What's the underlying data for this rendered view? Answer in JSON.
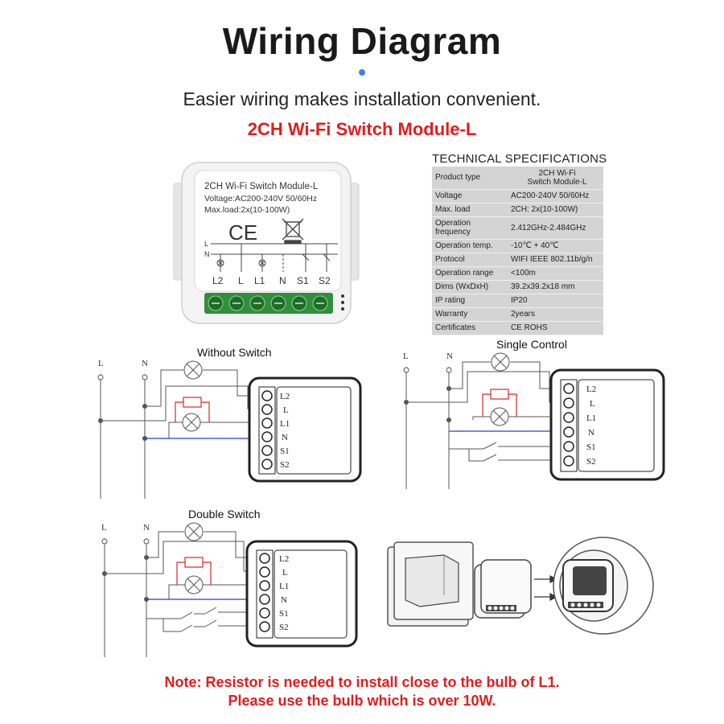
{
  "header": {
    "title": "Wiring Diagram",
    "subtitle": "Easier wiring makes installation convenient.",
    "product": "2CH Wi-Fi Switch Module-L"
  },
  "module_label": {
    "line1": "2CH Wi-Fi Switch Module-L",
    "line2": "Voltage:AC200-240V 50/60Hz",
    "line3": "Max.load:2x(10-100W)",
    "ce": "CE",
    "line_l": "L",
    "line_n": "N",
    "terminals": [
      "L2",
      "L",
      "L1",
      "N",
      "S1",
      "S2"
    ]
  },
  "specs": {
    "title": "TECHNICAL SPECIFICATIONS",
    "rows": [
      {
        "key": "Product type",
        "value": "2CH Wi-Fi\nSwitch Module-L"
      },
      {
        "key": "Voltage",
        "value": "AC200-240V 50/60Hz"
      },
      {
        "key": "Max. load",
        "value": "2CH: 2x(10-100W)"
      },
      {
        "key": "Operation\nfrequency",
        "value": "2.412GHz-2.484GHz"
      },
      {
        "key": "Operation temp.",
        "value": "-10℃ + 40℃"
      },
      {
        "key": "Protocol",
        "value": "WIFI  IEEE 802.11b/g/n"
      },
      {
        "key": "Operation range",
        "value": "<100m"
      },
      {
        "key": "Dims (WxDxH)",
        "value": "39.2x39.2x18 mm"
      },
      {
        "key": "IP rating",
        "value": "IP20"
      },
      {
        "key": "Warranty",
        "value": "2years"
      },
      {
        "key": "Certificates",
        "value": "CE ROHS"
      }
    ]
  },
  "diagrams": {
    "without_switch": {
      "title": "Without Switch"
    },
    "single_control": {
      "title": "Single Control"
    },
    "double_switch": {
      "title": "Double Switch"
    },
    "line_labels": {
      "l": "L",
      "n": "N"
    },
    "terminals": [
      "L2",
      "L",
      "L1",
      "N",
      "S1",
      "S2"
    ]
  },
  "notes": {
    "line1": "Note: Resistor is needed to install close to the bulb of L1.",
    "line2": "Please use the bulb which is over 10W."
  },
  "colors": {
    "title_dot": "#3b82f6",
    "note_red": "#e11d1d",
    "neutral_wire": "#2b3fbf",
    "resistor_red": "#d62828",
    "terminal_green": "#2f8f3a"
  }
}
